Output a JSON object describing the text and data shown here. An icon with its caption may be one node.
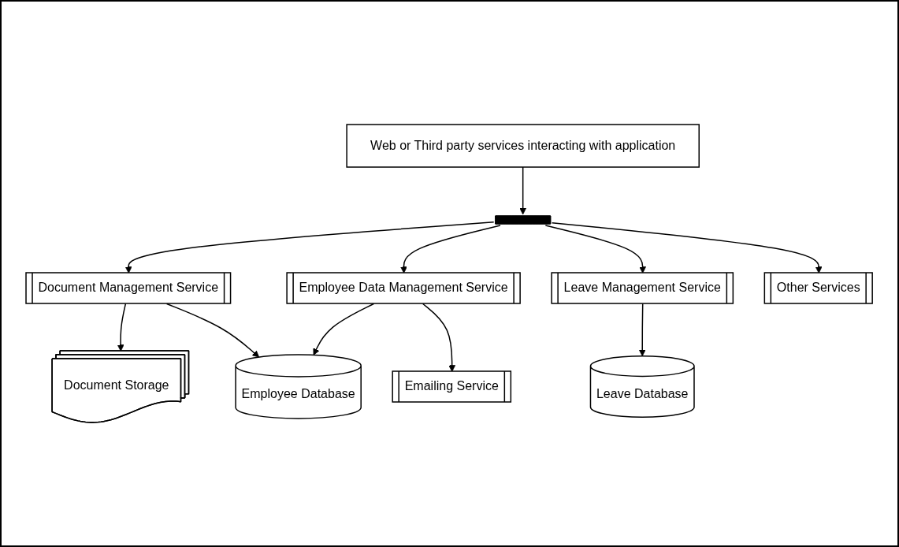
{
  "diagram": {
    "nodes": [
      {
        "text": [
          "Web or Third party services interacting with application"
        ]
      },
      {
        "text": [],
        "shape": "bar"
      },
      {
        "text": [
          "Document Management Service"
        ]
      },
      {
        "text": [
          "Employee Data Management Service"
        ]
      },
      {
        "text": [
          "Leave Management Service"
        ]
      },
      {
        "text": [
          "Other Services"
        ]
      },
      {
        "text": [
          "Document Storage"
        ]
      },
      {
        "text": [
          "Employee Database"
        ]
      },
      {
        "text": [
          "Emailing Service"
        ]
      },
      {
        "text": [
          "Leave Database"
        ]
      }
    ],
    "edges": [
      {
        "from": 0,
        "to": 1,
        "arrow": "to"
      },
      {
        "from": 1,
        "to": 2,
        "arrow": "to"
      },
      {
        "from": 1,
        "to": 3,
        "arrow": "to"
      },
      {
        "from": 1,
        "to": 4,
        "arrow": "to"
      },
      {
        "from": 1,
        "to": 5,
        "arrow": "to"
      },
      {
        "from": 2,
        "to": 6,
        "arrow": "to"
      },
      {
        "from": 2,
        "to": 7,
        "arrow": "to"
      },
      {
        "from": 3,
        "to": 7,
        "arrow": "to"
      },
      {
        "from": 3,
        "to": 8,
        "arrow": "to"
      },
      {
        "from": 4,
        "to": 9,
        "arrow": "to"
      }
    ]
  }
}
